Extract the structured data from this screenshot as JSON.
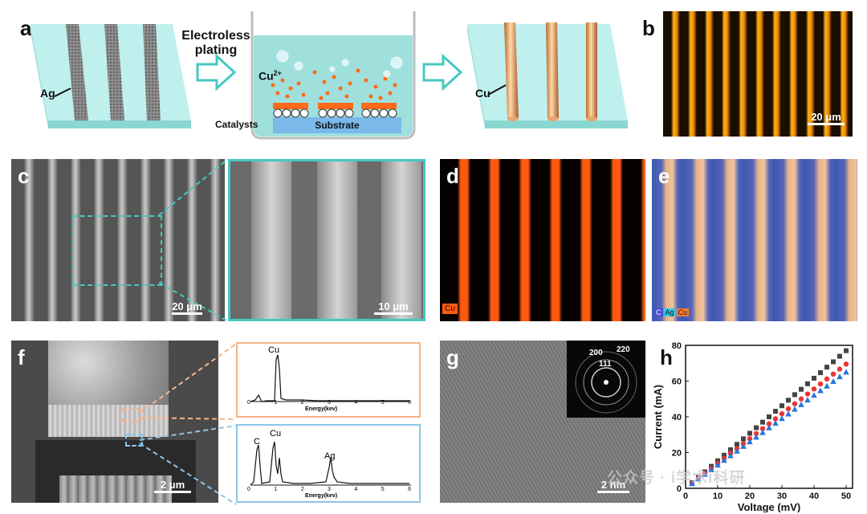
{
  "panels": {
    "a": {
      "label": "a",
      "ag_label": "Ag",
      "process": [
        "Electroless",
        "plating"
      ],
      "ion_label": "Cu",
      "ion_charge": "2+",
      "catalysts_label": "Catalysts",
      "substrate_label": "Substrate",
      "cu_label": "Cu"
    },
    "b": {
      "label": "b",
      "scale": "20 μm"
    },
    "c": {
      "label": "c",
      "scale_left": "20 μm",
      "scale_right": "10 μm"
    },
    "d": {
      "label": "d",
      "legend": "Cu"
    },
    "e": {
      "label": "e",
      "legend": [
        "C",
        "Ag",
        "Cu"
      ]
    },
    "f": {
      "label": "f",
      "scale": "2 μm",
      "eds_top": {
        "peaks": [
          "Cu"
        ],
        "xlabel": "Energy(kev)",
        "ticks": [
          "0",
          "1",
          "2",
          "3",
          "4",
          "5",
          "6"
        ]
      },
      "eds_bottom": {
        "peaks": [
          "C",
          "Cu",
          "Ag"
        ],
        "xlabel": "Energy(kev)",
        "ticks": [
          "0",
          "1",
          "2",
          "3",
          "4",
          "5",
          "6"
        ]
      }
    },
    "g": {
      "label": "g",
      "scale": "2 nm",
      "rings": [
        "200",
        "220",
        "111"
      ]
    },
    "h": {
      "label": "h"
    }
  },
  "watermark": "公众号 · i学术i科研",
  "colors": {
    "teal": "#4fc9c3",
    "copper": "#e8a064",
    "orange_map": "#ff5a10",
    "blue_map": "#3d57b0",
    "cyan_box": "#46c8c0",
    "peach_box": "#f4b48a",
    "lightblue_box": "#8cc4e8"
  },
  "chart_data": {
    "type": "scatter",
    "xlabel": "Voltage (mV)",
    "ylabel": "Current (mA)",
    "xlim": [
      0,
      52
    ],
    "ylim": [
      0,
      80
    ],
    "xticks": [
      "0",
      "10",
      "20",
      "30",
      "40",
      "50"
    ],
    "yticks": [
      "0",
      "20",
      "40",
      "60",
      "80"
    ],
    "grid": false,
    "x": [
      0,
      2,
      4,
      6,
      8,
      10,
      12,
      14,
      16,
      18,
      20,
      22,
      24,
      26,
      28,
      30,
      32,
      34,
      36,
      38,
      40,
      42,
      44,
      46,
      48,
      50
    ],
    "series": [
      {
        "color": "#444444",
        "marker": "square",
        "values": [
          0,
          3.1,
          6.2,
          9.2,
          12.3,
          15.4,
          18.5,
          21.6,
          24.6,
          27.7,
          30.8,
          33.9,
          37.0,
          40.0,
          43.1,
          46.2,
          49.3,
          52.4,
          55.4,
          58.5,
          61.6,
          64.7,
          67.8,
          70.8,
          73.9,
          77.0
        ]
      },
      {
        "color": "#ee3333",
        "marker": "circle",
        "values": [
          0,
          2.8,
          5.6,
          8.3,
          11.1,
          13.9,
          16.7,
          19.5,
          22.2,
          25.0,
          27.8,
          30.6,
          33.4,
          36.1,
          38.9,
          41.7,
          44.5,
          47.3,
          50.0,
          52.8,
          55.6,
          58.4,
          61.2,
          63.9,
          66.7,
          69.5
        ]
      },
      {
        "color": "#2277dd",
        "marker": "triangle",
        "values": [
          0,
          2.6,
          5.2,
          7.8,
          10.4,
          13.0,
          15.6,
          18.2,
          20.8,
          23.4,
          26.0,
          28.6,
          31.2,
          33.8,
          36.4,
          39.0,
          41.6,
          44.2,
          46.8,
          49.4,
          52.0,
          54.6,
          57.2,
          59.8,
          62.4,
          65.0
        ]
      }
    ]
  }
}
